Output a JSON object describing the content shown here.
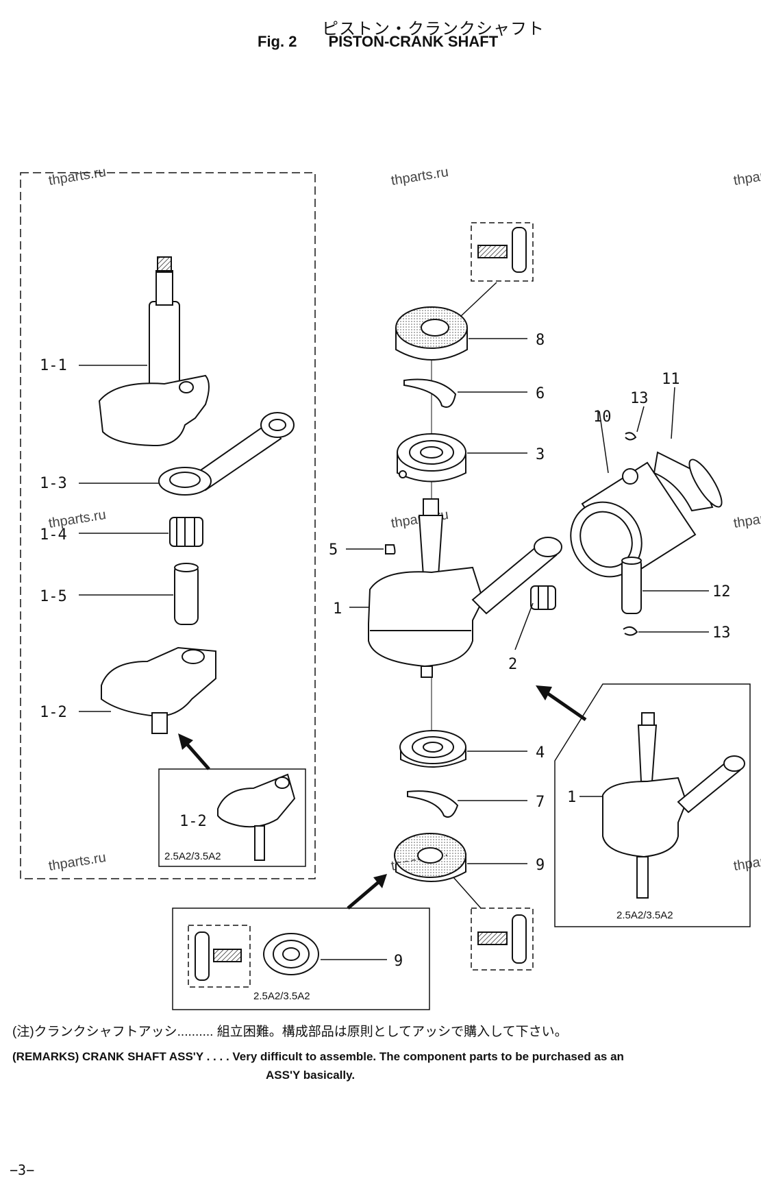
{
  "header": {
    "title_jp": "ピストン・クランクシャフト",
    "fig_label": "Fig. 2",
    "title_en": "PISTON-CRANK SHAFT"
  },
  "watermark": "thparts.ru",
  "labels": {
    "l1_1": "1-1",
    "l1_3": "1-3",
    "l1_4": "1-4",
    "l1_5": "1-5",
    "l1_2": "1-2",
    "l1_2_inset": "1-2",
    "l1": "1",
    "l1_inset": "1",
    "l2": "2",
    "l3": "3",
    "l4": "4",
    "l5": "5",
    "l6": "6",
    "l7": "7",
    "l8": "8",
    "l9": "9",
    "l9_inset": "9",
    "l10": "10",
    "l11": "11",
    "l12": "12",
    "l13a": "13",
    "l13b": "13"
  },
  "model_tag": "2.5A2/3.5A2",
  "notes": {
    "jp": "(注)クランクシャフトアッシ.......... 組立困難。構成部品は原則としてアッシで購入して下さい。",
    "en_line1": "(REMARKS) CRANK SHAFT ASS'Y . . . . Very difficult to assemble. The component parts to be purchased as an",
    "en_line2": "ASS'Y basically."
  },
  "page_number": "−3−"
}
